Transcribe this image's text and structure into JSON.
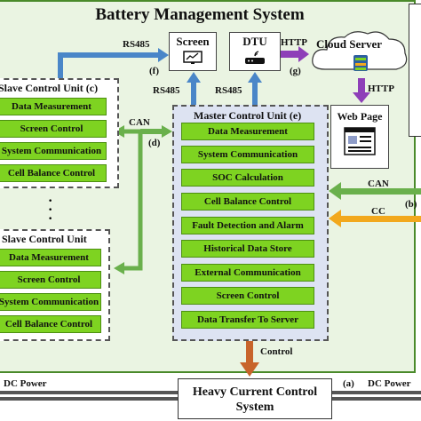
{
  "title": "Battery Management System",
  "nodes": {
    "screen": "Screen",
    "dtu": "DTU",
    "cloud_server": "Cloud Server",
    "web_page": "Web Page",
    "heavy_current": "Heavy Current Control System"
  },
  "slave_unit_top": {
    "title": "Slave Control Unit",
    "marker": "(c)",
    "items": [
      "Data Measurement",
      "Screen Control",
      "System Communication",
      "Cell Balance Control"
    ]
  },
  "slave_unit_bottom": {
    "title": "Slave Control Unit",
    "items": [
      "Data Measurement",
      "Screen Control",
      "System Communication",
      "Cell Balance Control"
    ]
  },
  "master_unit": {
    "title": "Master Control Unit",
    "marker": "(e)",
    "items": [
      "Data Measurement",
      "System Communication",
      "SOC Calculation",
      "Cell Balance Control",
      "Fault Detection and Alarm",
      "Historical Data Store",
      "External Communication",
      "Screen Control",
      "Data Transfer To Server"
    ]
  },
  "ellipsis": "·\n·\n·",
  "labels": {
    "rs485_top": "RS485",
    "rs485_left": "RS485",
    "rs485_right": "RS485",
    "http_top": "HTTP",
    "http_side": "HTTP",
    "can_left": "CAN",
    "can_right": "CAN",
    "cc": "CC",
    "control": "Control",
    "dc_power_left": "DC Power",
    "dc_power_right": "DC Power"
  },
  "markers": {
    "f": "(f)",
    "g": "(g)",
    "d": "(d)",
    "b": "(b)",
    "a": "(a)"
  },
  "colors": {
    "green_block": "#7ed321",
    "blue_arrow": "#4a86c8",
    "purple_arrow": "#8e3fb8",
    "orange_arrow": "#f2a81d",
    "can_arrow": "#6ab04c",
    "control_arrow": "#c8642b"
  },
  "icons": [
    "monitor-icon",
    "router-icon",
    "server-icon",
    "web-page-icon"
  ]
}
